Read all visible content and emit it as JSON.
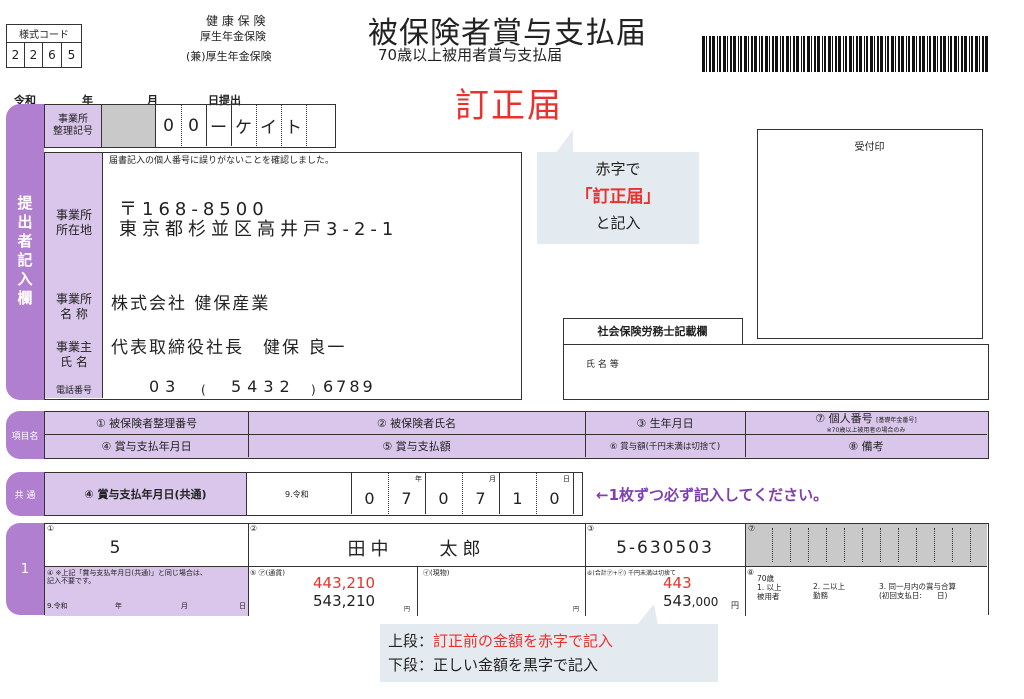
{
  "form_code": {
    "label": "様式コード",
    "digits": [
      "2",
      "2",
      "6",
      "5"
    ]
  },
  "insurance_types": [
    "健 康 保 険",
    "厚生年金保険",
    "(兼)厚生年金保険"
  ],
  "title": "被保険者賞与支払届",
  "subtitle": "70歳以上被用者賞与支払届",
  "correction": "訂正届",
  "date_header": {
    "era": "令和",
    "year": "年",
    "month": "月",
    "day": "日提出"
  },
  "side_label": "提出者記入欄",
  "office_no": {
    "label": "事業所\n整理記号",
    "chars": [
      "0",
      "0",
      "ー",
      "ケ",
      "イ",
      "ト"
    ]
  },
  "confirm_text": "届書記入の個人番号に誤りがないことを確認しました。",
  "address": {
    "label": "事業所\n所在地",
    "zip": "〒168-8500",
    "line": "東京都杉並区高井戸3-2-1"
  },
  "office_name": {
    "label": "事業所\n名 称",
    "value": "株式会社 健保産業"
  },
  "owner": {
    "label": "事業主\n氏 名",
    "value": "代表取締役社長　健保 良一"
  },
  "phone": {
    "label": "電話番号",
    "a": "03",
    "b": "5432",
    "c": "6789",
    "lp": "(",
    "rp": ")"
  },
  "callout_top": {
    "l1": "赤字で",
    "l2": "「訂正届」",
    "l3": "と記入"
  },
  "stamp_label": "受付印",
  "sharoushi": {
    "label": "社会保険労務士記載欄",
    "name_label": "氏 名 等"
  },
  "header_row": {
    "side": "項目名",
    "c1a": "① 被保険者整理番号",
    "c1b": "④ 賞与支払年月日",
    "c2a": "② 被保険者氏名",
    "c2b": "⑤ 賞与支払額",
    "c3a": "③ 生年月日",
    "c3b": "⑥ 賞与額(千円未満は切捨て)",
    "c4a": "⑦ 個人番号",
    "c4a_sm": "[基礎年金番号]",
    "c4a_note": "※70歳以上被用者の場合のみ",
    "c4b": "⑧ 備考"
  },
  "common_row": {
    "side": "共 通",
    "label": "④ 賞与支払年月日(共通)",
    "era": "9.令和",
    "digits": [
      "0",
      "7",
      "0",
      "7",
      "1",
      "0"
    ],
    "units": [
      "年",
      "月",
      "日"
    ],
    "note": "←1枚ずつ必ず記入してください。"
  },
  "row1": {
    "side": "1",
    "n1": "①",
    "v1": "5",
    "n2": "②",
    "v2": "田中　　太郎",
    "n3": "③",
    "v3": "5-630503",
    "n7": "⑦",
    "sub4": "④ ※上記「賞与支払年月日(共通)」と同じ場合は、記入不要です。",
    "era": "9.令和",
    "year": "年",
    "month": "月",
    "day": "日",
    "sub5": "⑤ ㋐(通貨)",
    "old_amount": "443,210",
    "new_amount": "543,210",
    "yen": "円",
    "sub5b": "㋑(現物)",
    "yen2": "円",
    "sub6": "⑥(合計㋐+㋑) 千円未満は切捨て",
    "old_round": "443",
    "new_round": "543",
    "new_round_tail": ",000",
    "yen3": "円",
    "sub8": "⑧",
    "opt1": "70歳\n1. 以上\n被用者",
    "opt2": "2. 二以上\n勤務",
    "opt3": "3. 同一月内の賞与合算\n(初回支払日:　　日)"
  },
  "callout_bottom": {
    "l1_a": "上段：",
    "l1_b": "訂正前の金額を赤字で記入",
    "l2": "下段：正しい金額を黒字で記入"
  },
  "colors": {
    "accent_purple": "#b07fcf",
    "lavender": "#d9c6ea",
    "red": "#e8322e",
    "callout_bg": "#e4ebf0"
  }
}
